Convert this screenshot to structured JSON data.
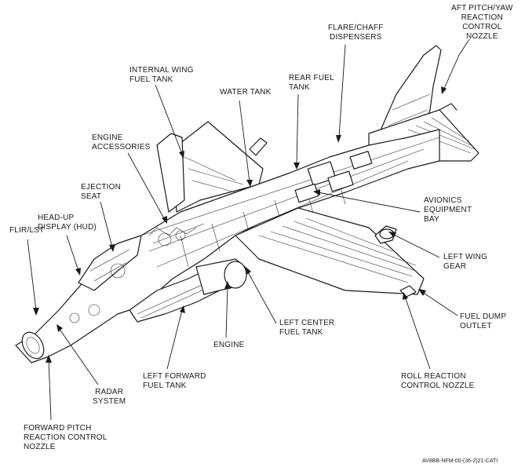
{
  "labels": {
    "aft_pitch_yaw": [
      "AFT PITCH/YAW",
      "REACTION",
      "CONTROL",
      "NOZZLE"
    ],
    "flare_chaff": [
      "FLARE/CHAFF",
      "DISPENSERS"
    ],
    "internal_wing": [
      "INTERNAL WING",
      "FUEL TANK"
    ],
    "rear_fuel": [
      "REAR FUEL",
      "TANK"
    ],
    "water_tank": [
      "WATER TANK"
    ],
    "engine_accessories": [
      "ENGINE",
      "ACCESSORIES"
    ],
    "ejection_seat": [
      "EJECTION",
      "SEAT"
    ],
    "hud": [
      "HEAD-UP",
      "DISPLAY (HUD)"
    ],
    "flir": [
      "FLIR/LST"
    ],
    "avionics": [
      "AVIONICS",
      "EQUIPMENT",
      "BAY"
    ],
    "left_wing_gear": [
      "LEFT WING",
      "GEAR"
    ],
    "fuel_dump": [
      "FUEL DUMP",
      "OUTLET"
    ],
    "left_center_fuel": [
      "LEFT CENTER",
      "FUEL TANK"
    ],
    "engine": [
      "ENGINE"
    ],
    "left_forward_fuel": [
      "LEFT FORWARD",
      "FUEL TANK"
    ],
    "radar": [
      "RADAR",
      "SYSTEM"
    ],
    "roll_reaction": [
      "ROLL REACTION",
      "CONTROL NOZZLE"
    ],
    "forward_pitch": [
      "FORWARD PITCH",
      "REACTION CONTROL",
      "NOZZLE"
    ]
  },
  "figure_ref": "AV8BB-NFM-00-(36-2)21-CATI"
}
